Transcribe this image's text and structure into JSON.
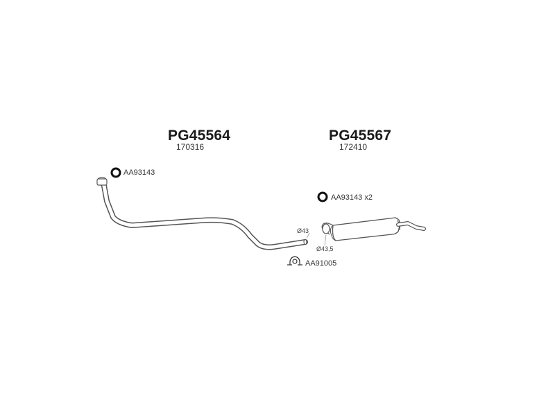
{
  "parts": [
    {
      "code": "PG45564",
      "ref": "170316"
    },
    {
      "code": "PG45567",
      "ref": "172410"
    }
  ],
  "accessories": {
    "ring_gasket_front": {
      "label": "AA93143",
      "icon": "ring-gasket-icon"
    },
    "ring_gasket_rear": {
      "label": "AA93143 x2",
      "icon": "ring-gasket-icon"
    },
    "clamp": {
      "label": "AA91005",
      "icon": "pipe-clamp-icon"
    }
  },
  "dimensions": {
    "front_pipe_outlet": "Ø43",
    "muffler_inlet": "Ø43,5"
  },
  "colors": {
    "line": "#555555",
    "fill": "#ffffff",
    "text": "#1a1a1a"
  }
}
